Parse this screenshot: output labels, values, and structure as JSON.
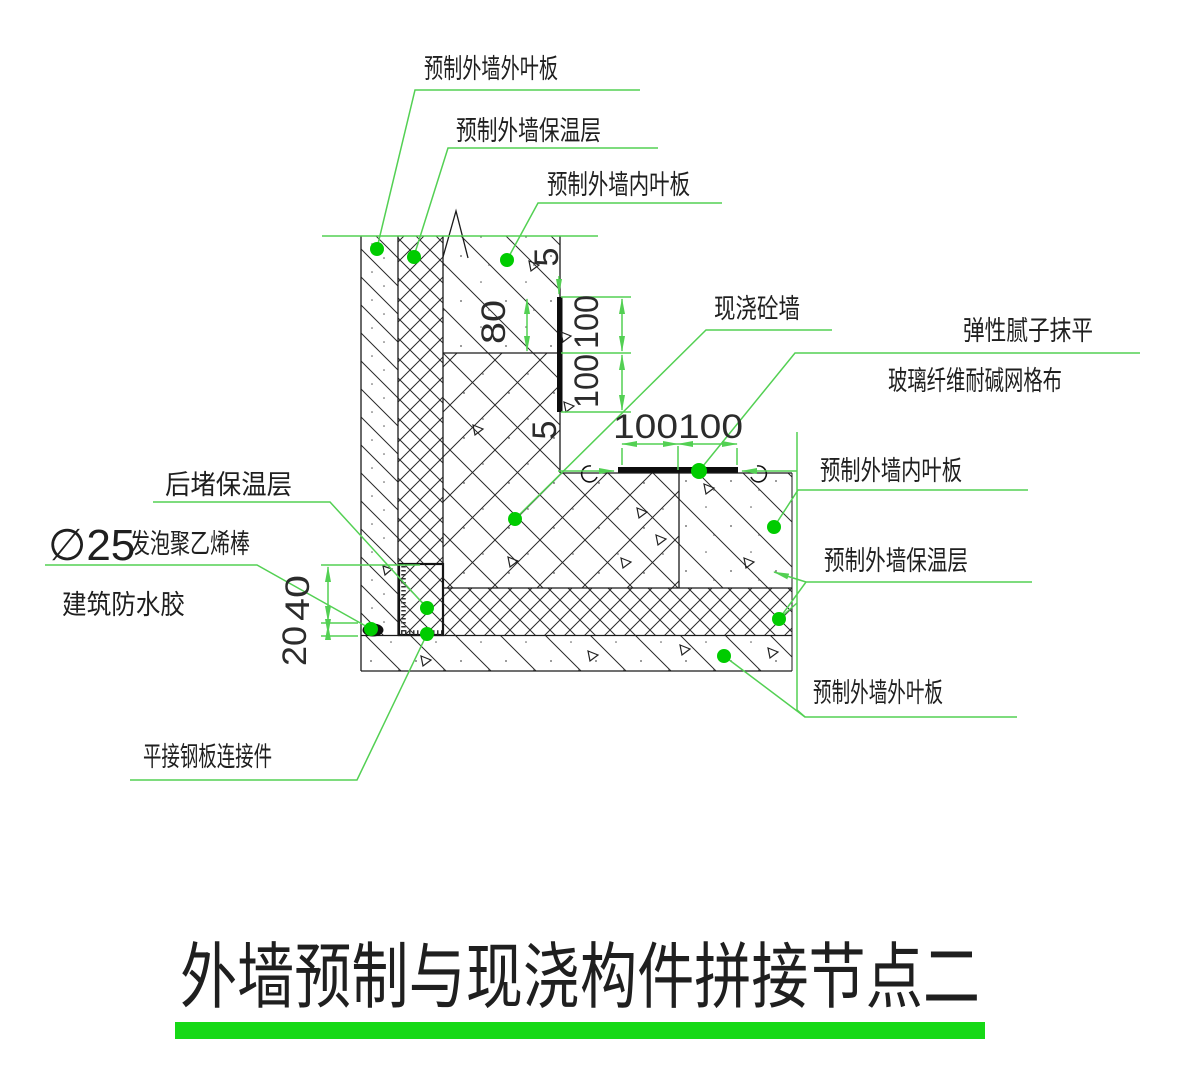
{
  "title": {
    "text": "外墙预制与现浇构件拼接节点二"
  },
  "labels": {
    "top_outer_leaf": "预制外墙外叶板",
    "top_insulation": "预制外墙保温层",
    "top_inner_leaf": "预制外墙内叶板",
    "cast_in_place_wall": "现浇砼墙",
    "elastic_putty": "弹性腻子抹平",
    "fiberglass_mesh": "玻璃纤维耐碱网格布",
    "right_inner_leaf": "预制外墙内叶板",
    "right_insulation": "预制外墙保温层",
    "right_outer_leaf": "预制外墙外叶板",
    "back_fill_insulation": "后堵保温层",
    "foam_rod_size": "∅25",
    "foam_rod": "发泡聚乙烯棒",
    "waterproof_adhesive": "建筑防水胶",
    "steel_plate_connector": "平接钢板连接件"
  },
  "dimensions": {
    "gap_top": "5",
    "plate_embed": "80",
    "seg_upper": "100",
    "seg_lower": "100",
    "horizontal_segs": "100100",
    "gap_bottom": "5",
    "rod_offset": "40",
    "rod_height": "20"
  },
  "colors": {
    "leader_green": "#53d053",
    "dot_green": "#00cc00",
    "title_bar_green": "#16d916",
    "line_black": "#1a1a1a"
  }
}
